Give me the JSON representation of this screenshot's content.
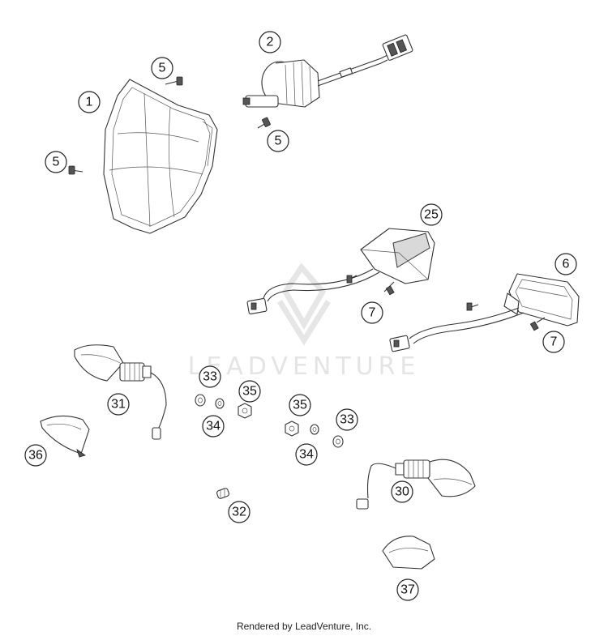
{
  "watermark": {
    "brand": "LEADVENTURE"
  },
  "callouts": [
    "1",
    "2",
    "5",
    "5",
    "5",
    "25",
    "6",
    "7",
    "7",
    "31",
    "33",
    "35",
    "34",
    "35",
    "33",
    "34",
    "36",
    "30",
    "32",
    "37"
  ],
  "footer": {
    "credit": "Rendered by LeadVenture, Inc."
  }
}
